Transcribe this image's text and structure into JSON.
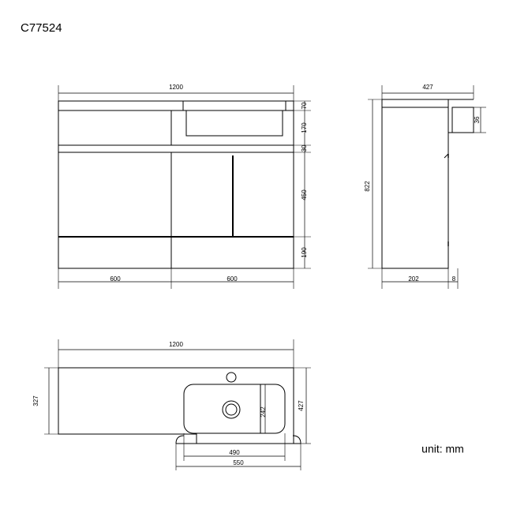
{
  "drawing": {
    "title": "C77524",
    "unit_note": "unit: mm",
    "stroke_color": "#000000",
    "background_color": "#ffffff"
  },
  "front_view": {
    "name": "front-elevation",
    "overall_width": "1200",
    "vertical_dims": [
      {
        "label": "70",
        "meaning": "countertop-thickness"
      },
      {
        "label": "170",
        "meaning": "basin-depth-band"
      },
      {
        "label": "30",
        "meaning": "rail-band"
      },
      {
        "label": "450",
        "meaning": "door-height"
      },
      {
        "label": "190",
        "meaning": "drawer-plinth-height"
      }
    ],
    "bottom_dims": [
      {
        "label": "600",
        "meaning": "left-unit-width"
      },
      {
        "label": "600",
        "meaning": "right-unit-width"
      }
    ]
  },
  "side_view": {
    "name": "side-elevation",
    "top_dim": "427",
    "height_dim": "822",
    "right_dim": "36",
    "bottom_dims": [
      {
        "label": "202",
        "meaning": "cabinet-depth"
      },
      {
        "label": "8",
        "meaning": "door-thickness"
      }
    ]
  },
  "plan_view": {
    "name": "plan-top-view",
    "overall_width": "1200",
    "left_depth": "327",
    "right_depth": "427",
    "basin_inner_depth": "242",
    "basin_inner_width": "490",
    "basin_outer_width": "550",
    "features": [
      {
        "label": "tap-hole"
      },
      {
        "label": "waste-drain-hole"
      }
    ]
  }
}
